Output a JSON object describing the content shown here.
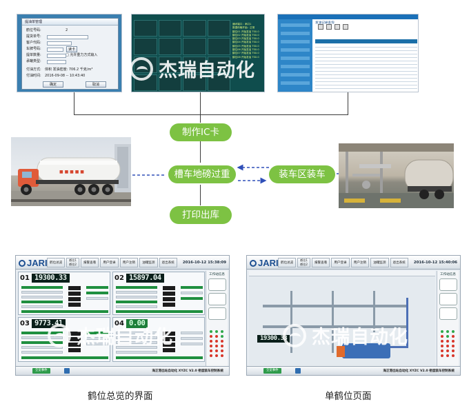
{
  "watermark": {
    "text": "杰瑞自动化"
  },
  "shot1": {
    "title": "提油单管理",
    "rows": [
      {
        "label": "鹤位号码:",
        "value": "2"
      },
      {
        "label": "提货单号:",
        "value": ""
      },
      {
        "label": "客户代码:",
        "value": ""
      },
      {
        "label": "车牌号码:",
        "value": "读卡"
      },
      {
        "label": "提单数量:",
        "value": "□ 允许重力方式输入"
      },
      {
        "label": "承罐类型:",
        "value": ""
      },
      {
        "label": "付油方式:",
        "value": "体积    发油密度: 706.2 千克/m³"
      },
      {
        "label": "付油时间:",
        "value": "2016-09-08 -- 10:43:40"
      }
    ],
    "ok_label": "确定",
    "cancel_label": "取消"
  },
  "shot2": {
    "lines": [
      "通讯端口：串口1",
      "数据传输开始：正常",
      "鹤位01 开始发油 TS0.0",
      "鹤位02 开始发油 TS0.0",
      "鹤位03 开始发油 TS0.0",
      "鹤位04 开始发油 TS0.0",
      "鹤位05 开始发油 TS0.0",
      "鹤位06 开始发油 TS0.0",
      "鹤位07 开始发油 TS0.0",
      "鹤位08 开始发油 TS0.0"
    ]
  },
  "shot3": {
    "title": "发油记录查询"
  },
  "flow": {
    "make_card": "制作IC卡",
    "weighbridge": "槽车地磅过重",
    "loading": "装车区装车",
    "print": "打印出库"
  },
  "hmi1": {
    "logo": "JARI",
    "tabs": [
      "鹤位总览",
      "鹤位1",
      "鹤位2",
      "报警查看",
      "用户登录",
      "用户注销",
      "油罐监测",
      "退出系统"
    ],
    "clock": "2016-10-12 15:38:09",
    "side_title": "工作站信息",
    "bays": [
      {
        "num": "01",
        "lcd": "19300.33"
      },
      {
        "num": "02",
        "lcd": "15897.04"
      },
      {
        "num": "03",
        "lcd": "9773.41"
      },
      {
        "num": "04",
        "lcd": "0.00"
      }
    ],
    "bottom_button": "全览事件",
    "bottom_label": "海正港出站自动化 XYZC V2.0 密度装车控制系统"
  },
  "hmi2": {
    "logo": "JARI",
    "tabs": [
      "鹤位总览",
      "鹤位1",
      "鹤位2",
      "报警查看",
      "用户登录",
      "用户注销",
      "油罐监测",
      "退出系统"
    ],
    "clock": "2016-10-12 15:40:06",
    "side_title": "工作站信息",
    "lcd": "19300.33",
    "bottom_button": "全览事件",
    "bottom_label": "海正港出站自动化 XYZC V2.0 密度装车控制系统"
  },
  "captions": {
    "left": "鹤位总览的界面",
    "right": "单鹤位页面"
  },
  "colors": {
    "node_green": "#7dc243",
    "dash_blue": "#2f4fb8",
    "screen_blue": "#1a70b8"
  }
}
